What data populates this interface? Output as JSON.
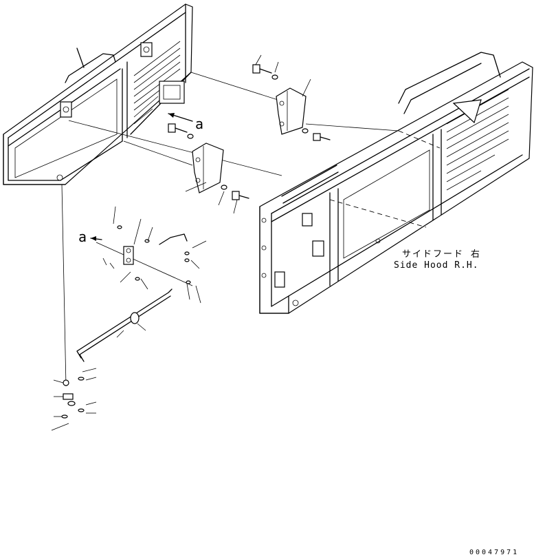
{
  "labels": {
    "ref_top": "a",
    "ref_left": "a",
    "hood_name_jp": "サイドフード 右",
    "hood_name_en": "Side Hood R.H.",
    "drawing_number": "00047971"
  },
  "colors": {
    "line": "#000000",
    "background": "#ffffff"
  }
}
